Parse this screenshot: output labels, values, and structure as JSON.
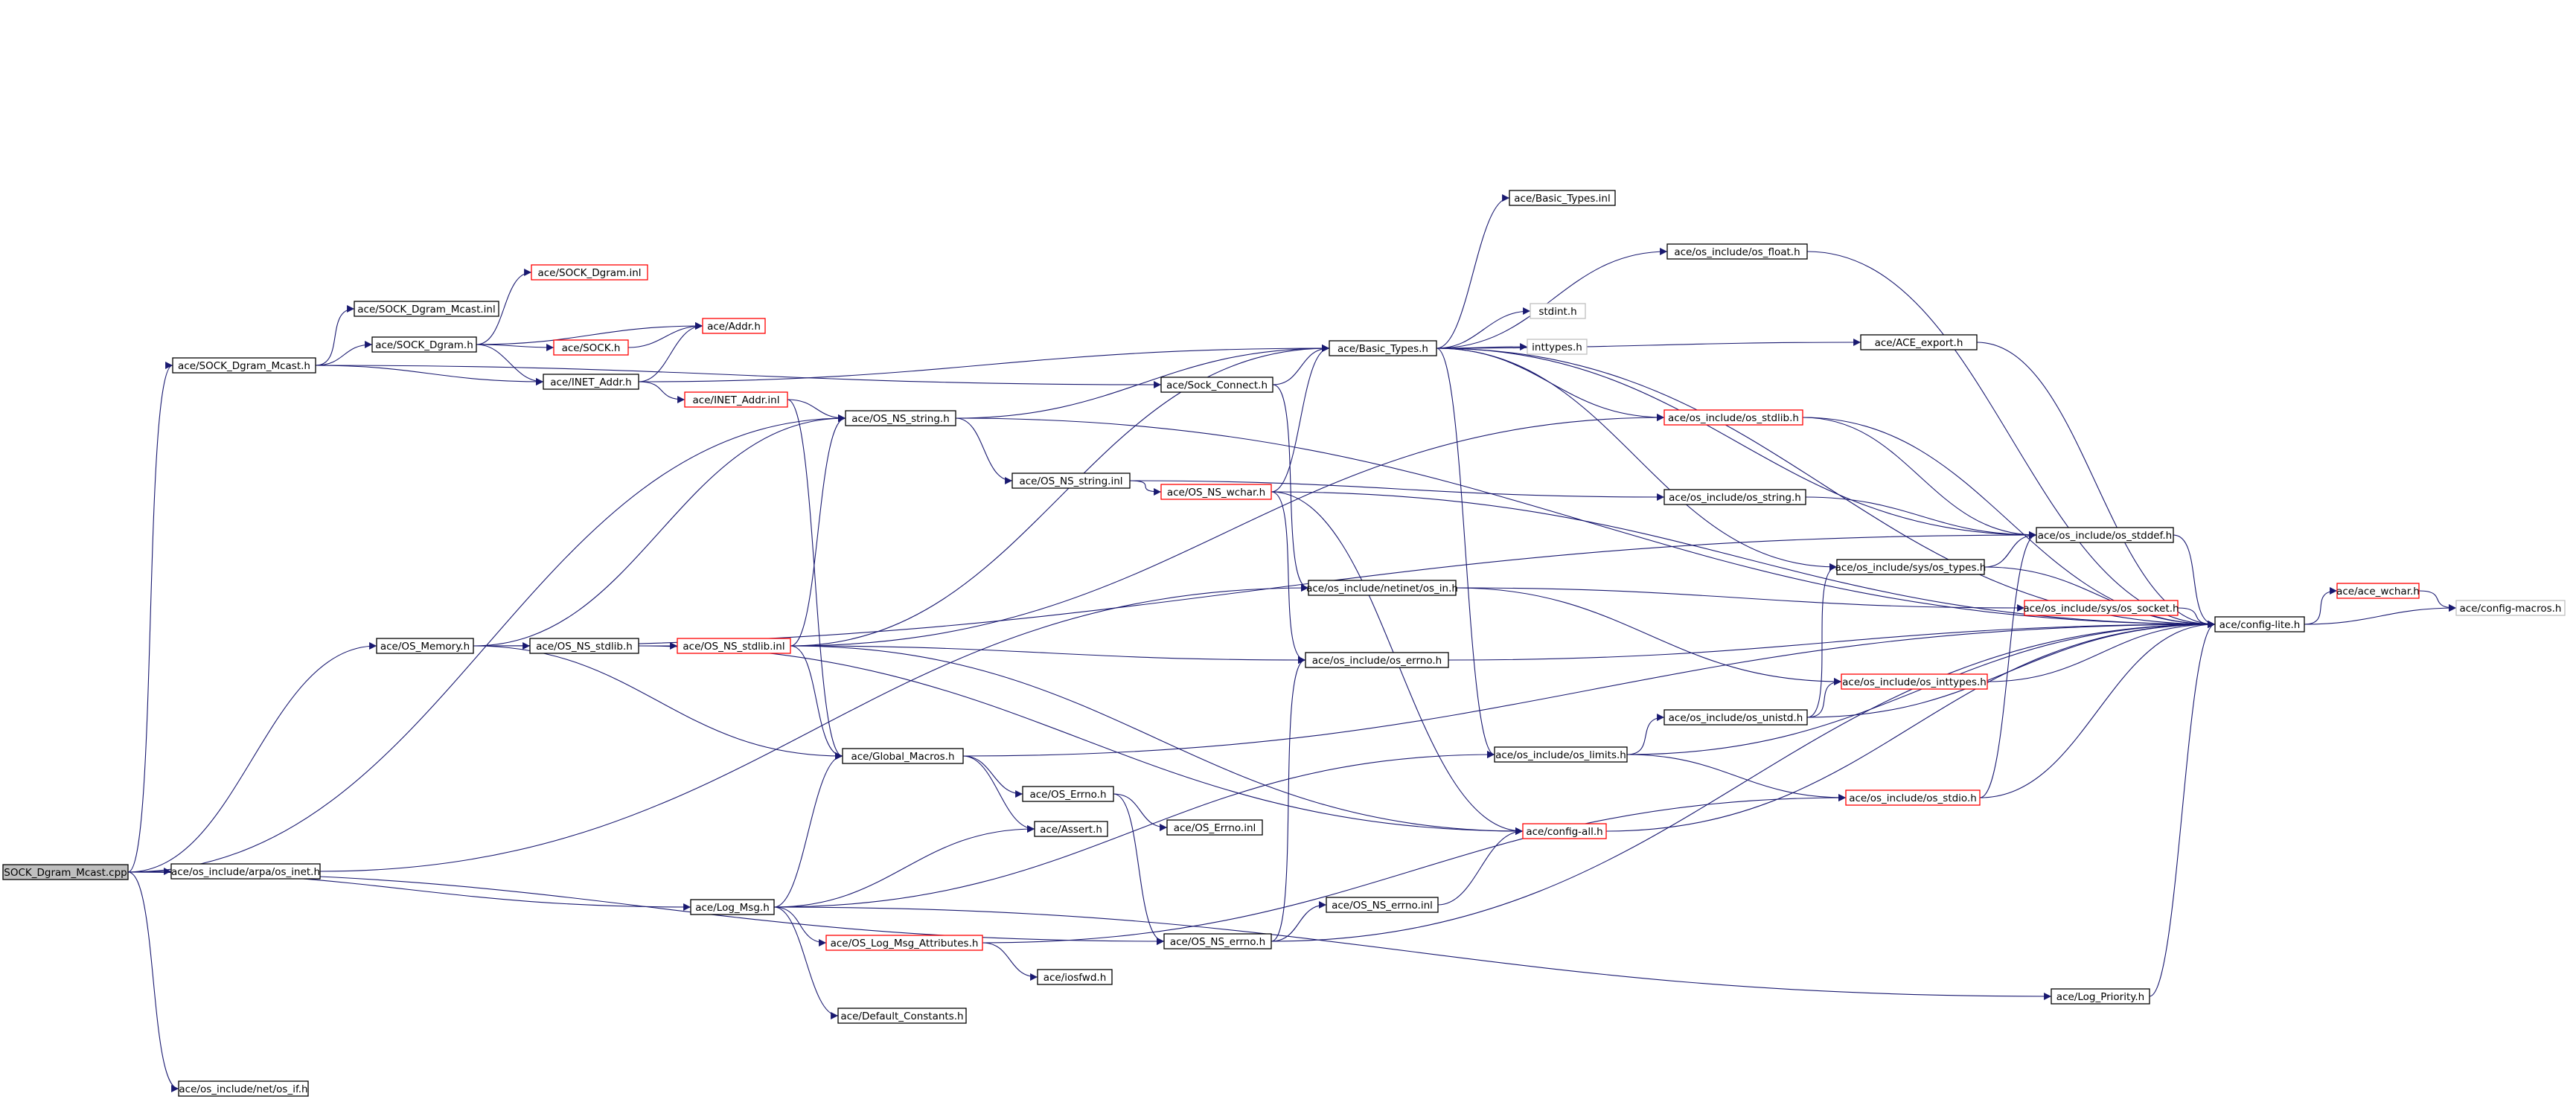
{
  "colors": {
    "edge": "#191970",
    "node_border": "#000000",
    "node_border_truncated": "#ff0000",
    "node_border_external": "#bfbfbf",
    "root_fill": "#bfbfbf",
    "node_fill": "#ffffff"
  },
  "nodes": [
    {
      "id": "n0",
      "label": "SOCK_Dgram_Mcast.cpp",
      "kind": "root"
    },
    {
      "id": "n1",
      "label": "ace/SOCK_Dgram_Mcast.h",
      "kind": "normal"
    },
    {
      "id": "n2",
      "label": "ace/os_include/arpa/os_inet.h",
      "kind": "normal"
    },
    {
      "id": "n3",
      "label": "ace/Log_Msg.h",
      "kind": "normal"
    },
    {
      "id": "n4",
      "label": "ace/os_include/net/os_if.h",
      "kind": "normal"
    },
    {
      "id": "n5",
      "label": "ace/OS_Memory.h",
      "kind": "normal"
    },
    {
      "id": "n6",
      "label": "ace/SOCK_Dgram_Mcast.inl",
      "kind": "normal"
    },
    {
      "id": "n7",
      "label": "ace/SOCK_Dgram.h",
      "kind": "normal"
    },
    {
      "id": "n8",
      "label": "ace/INET_Addr.h",
      "kind": "normal"
    },
    {
      "id": "n9",
      "label": "ace/SOCK_Dgram.inl",
      "kind": "truncated"
    },
    {
      "id": "n10",
      "label": "ace/Addr.h",
      "kind": "truncated"
    },
    {
      "id": "n11",
      "label": "ace/SOCK.h",
      "kind": "truncated"
    },
    {
      "id": "n12",
      "label": "ace/INET_Addr.inl",
      "kind": "truncated"
    },
    {
      "id": "n13",
      "label": "ace/OS_NS_string.h",
      "kind": "normal"
    },
    {
      "id": "n14",
      "label": "ace/OS_NS_stdlib.h",
      "kind": "normal"
    },
    {
      "id": "n15",
      "label": "ace/OS_NS_stdlib.inl",
      "kind": "truncated"
    },
    {
      "id": "n16",
      "label": "ace/Global_Macros.h",
      "kind": "normal"
    },
    {
      "id": "n17",
      "label": "ace/Assert.h",
      "kind": "normal"
    },
    {
      "id": "n18",
      "label": "ace/OS_Errno.h",
      "kind": "normal"
    },
    {
      "id": "n19",
      "label": "ace/OS_Log_Msg_Attributes.h",
      "kind": "truncated"
    },
    {
      "id": "n20",
      "label": "ace/Default_Constants.h",
      "kind": "normal"
    },
    {
      "id": "n21",
      "label": "ace/iosfwd.h",
      "kind": "normal"
    },
    {
      "id": "n22",
      "label": "ace/OS_NS_string.inl",
      "kind": "normal"
    },
    {
      "id": "n23",
      "label": "ace/Sock_Connect.h",
      "kind": "normal"
    },
    {
      "id": "n24",
      "label": "ace/OS_Errno.inl",
      "kind": "normal"
    },
    {
      "id": "n25",
      "label": "ace/OS_NS_errno.h",
      "kind": "normal"
    },
    {
      "id": "n26",
      "label": "ace/OS_NS_errno.inl",
      "kind": "normal"
    },
    {
      "id": "n27",
      "label": "ace/Basic_Types.h",
      "kind": "normal"
    },
    {
      "id": "n28",
      "label": "ace/OS_NS_wchar.h",
      "kind": "truncated"
    },
    {
      "id": "n29",
      "label": "ace/os_include/netinet/os_in.h",
      "kind": "normal"
    },
    {
      "id": "n30",
      "label": "ace/os_include/os_errno.h",
      "kind": "normal"
    },
    {
      "id": "n31",
      "label": "ace/config-all.h",
      "kind": "truncated"
    },
    {
      "id": "n32",
      "label": "ace/Basic_Types.inl",
      "kind": "normal"
    },
    {
      "id": "n33",
      "label": "stdint.h",
      "kind": "external"
    },
    {
      "id": "n34",
      "label": "inttypes.h",
      "kind": "external"
    },
    {
      "id": "n35",
      "label": "ace/os_include/os_limits.h",
      "kind": "normal"
    },
    {
      "id": "n36",
      "label": "ace/os_include/os_float.h",
      "kind": "normal"
    },
    {
      "id": "n37",
      "label": "ace/ACE_export.h",
      "kind": "normal"
    },
    {
      "id": "n38",
      "label": "ace/os_include/os_stdlib.h",
      "kind": "truncated"
    },
    {
      "id": "n39",
      "label": "ace/os_include/os_string.h",
      "kind": "normal"
    },
    {
      "id": "n40",
      "label": "ace/os_include/sys/os_types.h",
      "kind": "normal"
    },
    {
      "id": "n41",
      "label": "ace/os_include/os_unistd.h",
      "kind": "normal"
    },
    {
      "id": "n42",
      "label": "ace/os_include/os_stdio.h",
      "kind": "truncated"
    },
    {
      "id": "n43",
      "label": "ace/os_include/os_inttypes.h",
      "kind": "truncated"
    },
    {
      "id": "n44",
      "label": "ace/os_include/sys/os_socket.h",
      "kind": "truncated"
    },
    {
      "id": "n45",
      "label": "ace/os_include/os_stddef.h",
      "kind": "normal"
    },
    {
      "id": "n46",
      "label": "ace/Log_Priority.h",
      "kind": "normal"
    },
    {
      "id": "n47",
      "label": "ace/config-lite.h",
      "kind": "normal"
    },
    {
      "id": "n48",
      "label": "ace/ace_wchar.h",
      "kind": "truncated"
    },
    {
      "id": "n49",
      "label": "ace/config-macros.h",
      "kind": "external"
    }
  ],
  "edges": [
    [
      "n0",
      "n1"
    ],
    [
      "n0",
      "n2"
    ],
    [
      "n0",
      "n3"
    ],
    [
      "n0",
      "n4"
    ],
    [
      "n0",
      "n5"
    ],
    [
      "n0",
      "n13"
    ],
    [
      "n0",
      "n25"
    ],
    [
      "n1",
      "n6"
    ],
    [
      "n1",
      "n7"
    ],
    [
      "n1",
      "n8"
    ],
    [
      "n1",
      "n23"
    ],
    [
      "n7",
      "n9"
    ],
    [
      "n7",
      "n10"
    ],
    [
      "n7",
      "n11"
    ],
    [
      "n7",
      "n8"
    ],
    [
      "n11",
      "n10"
    ],
    [
      "n8",
      "n10"
    ],
    [
      "n8",
      "n12"
    ],
    [
      "n8",
      "n27"
    ],
    [
      "n12",
      "n13"
    ],
    [
      "n12",
      "n16"
    ],
    [
      "n13",
      "n22"
    ],
    [
      "n13",
      "n27"
    ],
    [
      "n13",
      "n47"
    ],
    [
      "n22",
      "n28"
    ],
    [
      "n22",
      "n39"
    ],
    [
      "n23",
      "n27"
    ],
    [
      "n23",
      "n29"
    ],
    [
      "n5",
      "n13"
    ],
    [
      "n5",
      "n14"
    ],
    [
      "n5",
      "n16"
    ],
    [
      "n5",
      "n45"
    ],
    [
      "n14",
      "n15"
    ],
    [
      "n14",
      "n31"
    ],
    [
      "n15",
      "n13"
    ],
    [
      "n15",
      "n16"
    ],
    [
      "n15",
      "n30"
    ],
    [
      "n15",
      "n31"
    ],
    [
      "n15",
      "n38"
    ],
    [
      "n15",
      "n27"
    ],
    [
      "n16",
      "n17"
    ],
    [
      "n16",
      "n18"
    ],
    [
      "n16",
      "n47"
    ],
    [
      "n18",
      "n24"
    ],
    [
      "n18",
      "n25"
    ],
    [
      "n25",
      "n26"
    ],
    [
      "n25",
      "n30"
    ],
    [
      "n25",
      "n47"
    ],
    [
      "n26",
      "n31"
    ],
    [
      "n3",
      "n16"
    ],
    [
      "n3",
      "n17"
    ],
    [
      "n3",
      "n19"
    ],
    [
      "n3",
      "n20"
    ],
    [
      "n3",
      "n35"
    ],
    [
      "n3",
      "n46"
    ],
    [
      "n19",
      "n21"
    ],
    [
      "n19",
      "n42"
    ],
    [
      "n2",
      "n29"
    ],
    [
      "n28",
      "n27"
    ],
    [
      "n28",
      "n30"
    ],
    [
      "n28",
      "n31"
    ],
    [
      "n28",
      "n47"
    ],
    [
      "n27",
      "n32"
    ],
    [
      "n27",
      "n33"
    ],
    [
      "n27",
      "n34"
    ],
    [
      "n27",
      "n36"
    ],
    [
      "n27",
      "n37"
    ],
    [
      "n27",
      "n38"
    ],
    [
      "n27",
      "n35"
    ],
    [
      "n27",
      "n40"
    ],
    [
      "n27",
      "n45"
    ],
    [
      "n27",
      "n47"
    ],
    [
      "n29",
      "n44"
    ],
    [
      "n29",
      "n43"
    ],
    [
      "n30",
      "n47"
    ],
    [
      "n31",
      "n47"
    ],
    [
      "n35",
      "n41"
    ],
    [
      "n35",
      "n42"
    ],
    [
      "n35",
      "n47"
    ],
    [
      "n41",
      "n40"
    ],
    [
      "n41",
      "n43"
    ],
    [
      "n41",
      "n47"
    ],
    [
      "n42",
      "n45"
    ],
    [
      "n42",
      "n47"
    ],
    [
      "n43",
      "n47"
    ],
    [
      "n44",
      "n47"
    ],
    [
      "n38",
      "n45"
    ],
    [
      "n38",
      "n47"
    ],
    [
      "n39",
      "n45"
    ],
    [
      "n40",
      "n45"
    ],
    [
      "n40",
      "n47"
    ],
    [
      "n36",
      "n47"
    ],
    [
      "n37",
      "n47"
    ],
    [
      "n45",
      "n47"
    ],
    [
      "n46",
      "n47"
    ],
    [
      "n47",
      "n48"
    ],
    [
      "n47",
      "n49"
    ],
    [
      "n48",
      "n49"
    ]
  ]
}
